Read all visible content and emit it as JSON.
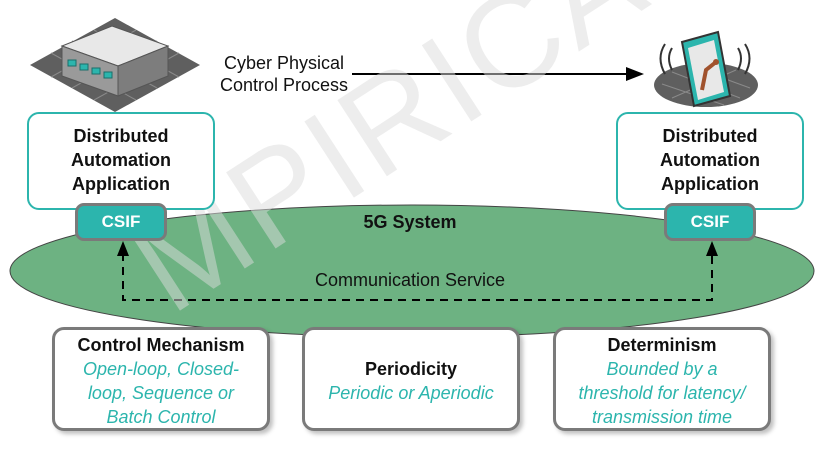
{
  "arrow_label_lines": [
    "Cyber Physical",
    "Control Process"
  ],
  "app_left": {
    "lines": [
      "Distributed",
      "Automation",
      "Application"
    ]
  },
  "app_right": {
    "lines": [
      "Distributed",
      "Automation",
      "Application"
    ]
  },
  "csif_label": "CSIF",
  "system_label": "5G System",
  "communication_label": "Communication Service",
  "features": [
    {
      "title": "Control Mechanism",
      "desc_lines": [
        "Open-loop, Closed-",
        "loop, Sequence or",
        "Batch Control"
      ]
    },
    {
      "title": "Periodicity",
      "desc_lines": [
        "Periodic or Aperiodic"
      ]
    },
    {
      "title": "Determinism",
      "desc_lines": [
        "Bounded by a",
        "threshold for latency/",
        "transmission time"
      ]
    }
  ],
  "watermark": "MPIRICAL",
  "colors": {
    "teal": "#2cb5ad",
    "ellipse_fill": "#6db282",
    "border_gray": "#7a7a7a"
  },
  "icons": [
    "server-icon",
    "robot-tablet-icon"
  ]
}
